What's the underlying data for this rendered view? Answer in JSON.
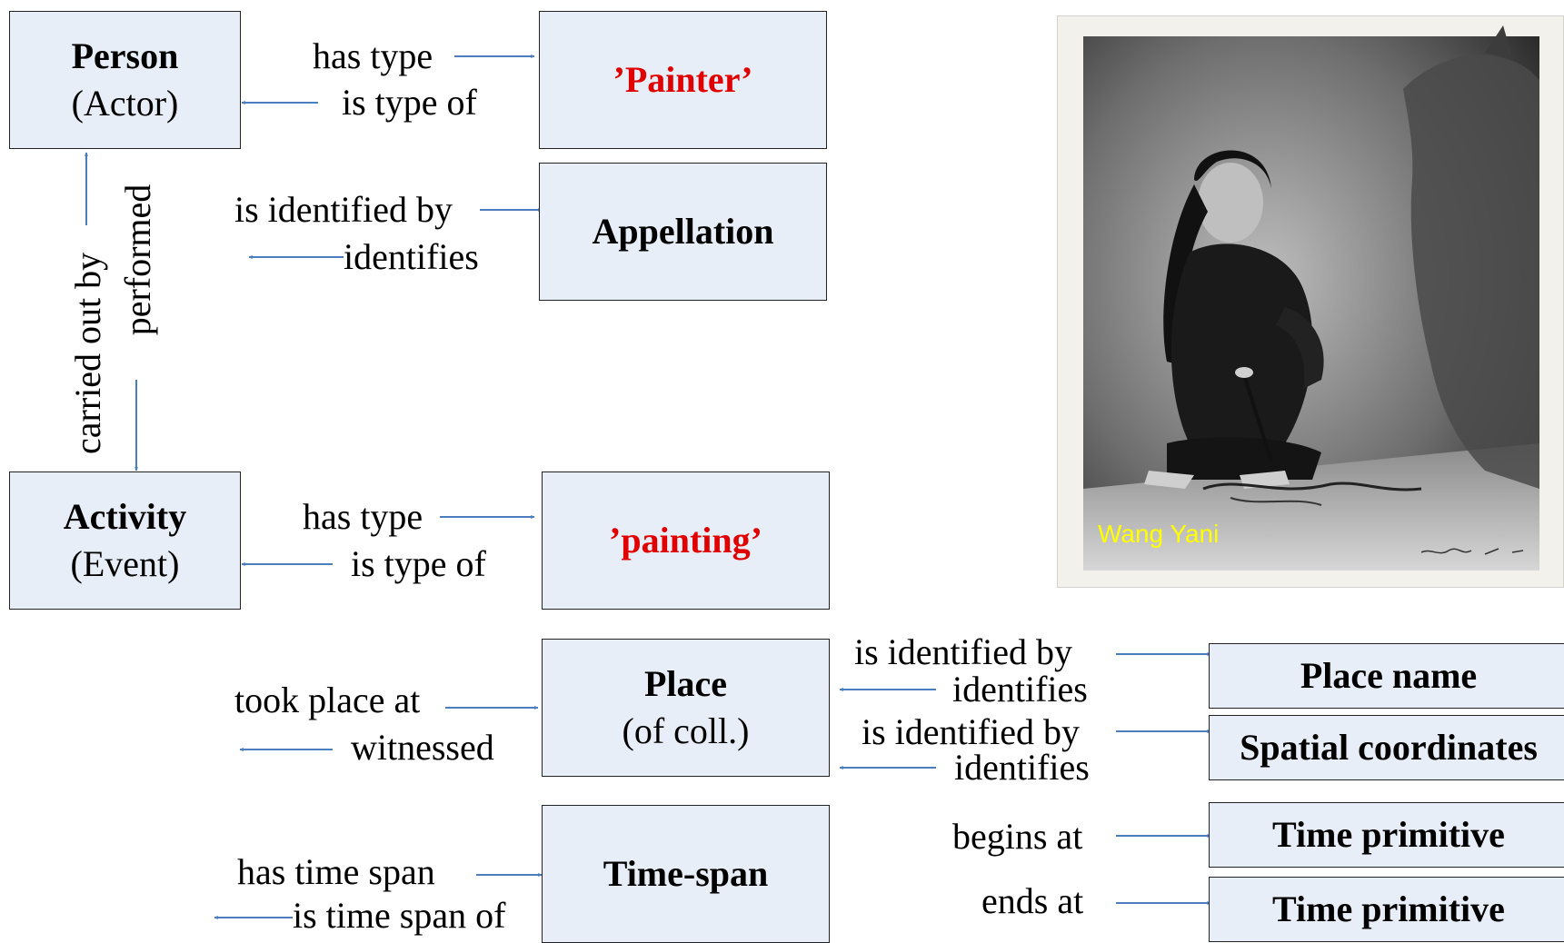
{
  "boxes": {
    "person": {
      "title": "Person",
      "subtitle": "(Actor)"
    },
    "painter": {
      "title": "’Painter’"
    },
    "appellation": {
      "title": "Appellation"
    },
    "activity": {
      "title": "Activity",
      "subtitle": "(Event)"
    },
    "painting": {
      "title": "’painting’"
    },
    "place": {
      "title": "Place",
      "subtitle": "(of coll.)"
    },
    "timespan": {
      "title": "Time-span"
    },
    "place_name": {
      "title": "Place name"
    },
    "spatial_coordinates": {
      "title": "Spatial coordinates"
    },
    "time_primitive_begin": {
      "title": "Time primitive"
    },
    "time_primitive_end": {
      "title": "Time primitive"
    }
  },
  "relations": {
    "person_has_type": "has type",
    "person_is_type_of": "is type of",
    "appellation_is_identified_by": "is identified by",
    "appellation_identifies": "identifies",
    "carried_out_by": "carried out by",
    "performed": "performed",
    "activity_has_type": "has type",
    "activity_is_type_of": "is type of",
    "took_place_at": "took place at",
    "witnessed": "witnessed",
    "has_time_span": "has time span",
    "is_time_span_of": "is time span of",
    "placename_is_identified_by": "is identified by",
    "placename_identifies": "identifies",
    "coords_is_identified_by": "is identified by",
    "coords_identifies": "identifies",
    "begins_at": "begins at",
    "ends_at": "ends at"
  },
  "photo": {
    "caption": "Wang Yani"
  },
  "colors": {
    "box_fill": "#e8eef7",
    "arrow": "#4a7ebf",
    "type_text": "#e00000",
    "caption": "#ffff00"
  }
}
